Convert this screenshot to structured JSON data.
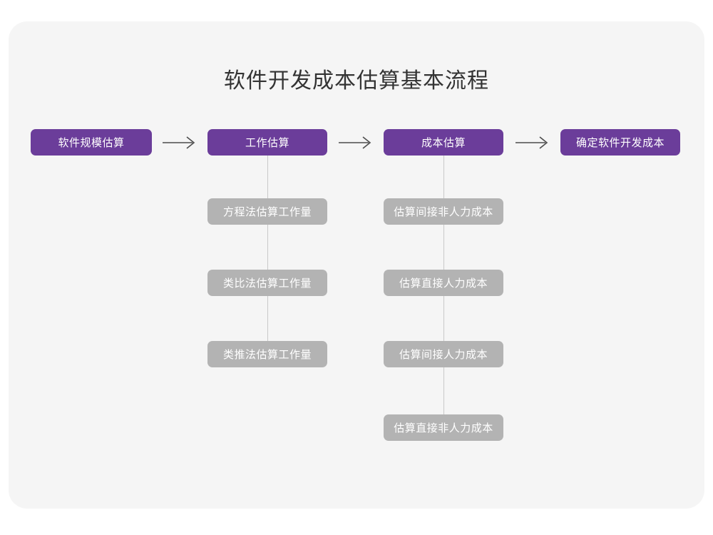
{
  "page": {
    "title": "软件开发成本估算基本流程",
    "colors": {
      "page_background": "#ffffff",
      "card_background": "#f5f5f5",
      "primary_node": "#6b3d9a",
      "secondary_node": "#b3b3b3",
      "title_text": "#333333",
      "node_text": "#ffffff",
      "connector_line": "#c9c9c9",
      "arrow": "#4d4d4d"
    }
  },
  "flow": {
    "main_steps": [
      {
        "label": "软件规模估算"
      },
      {
        "label": "工作估算"
      },
      {
        "label": "成本估算"
      },
      {
        "label": "确定软件开发成本"
      }
    ],
    "arrows": [
      {
        "glyph": "⟶"
      },
      {
        "glyph": "⟶"
      },
      {
        "glyph": "⟶"
      }
    ],
    "effort_branch": [
      {
        "label": "方程法估算工作量"
      },
      {
        "label": "类比法估算工作量"
      },
      {
        "label": "类推法估算工作量"
      }
    ],
    "cost_branch": [
      {
        "label": "估算间接非人力成本"
      },
      {
        "label": "估算直接人力成本"
      },
      {
        "label": "估算间接人力成本"
      },
      {
        "label": "估算直接非人力成本"
      }
    ]
  }
}
